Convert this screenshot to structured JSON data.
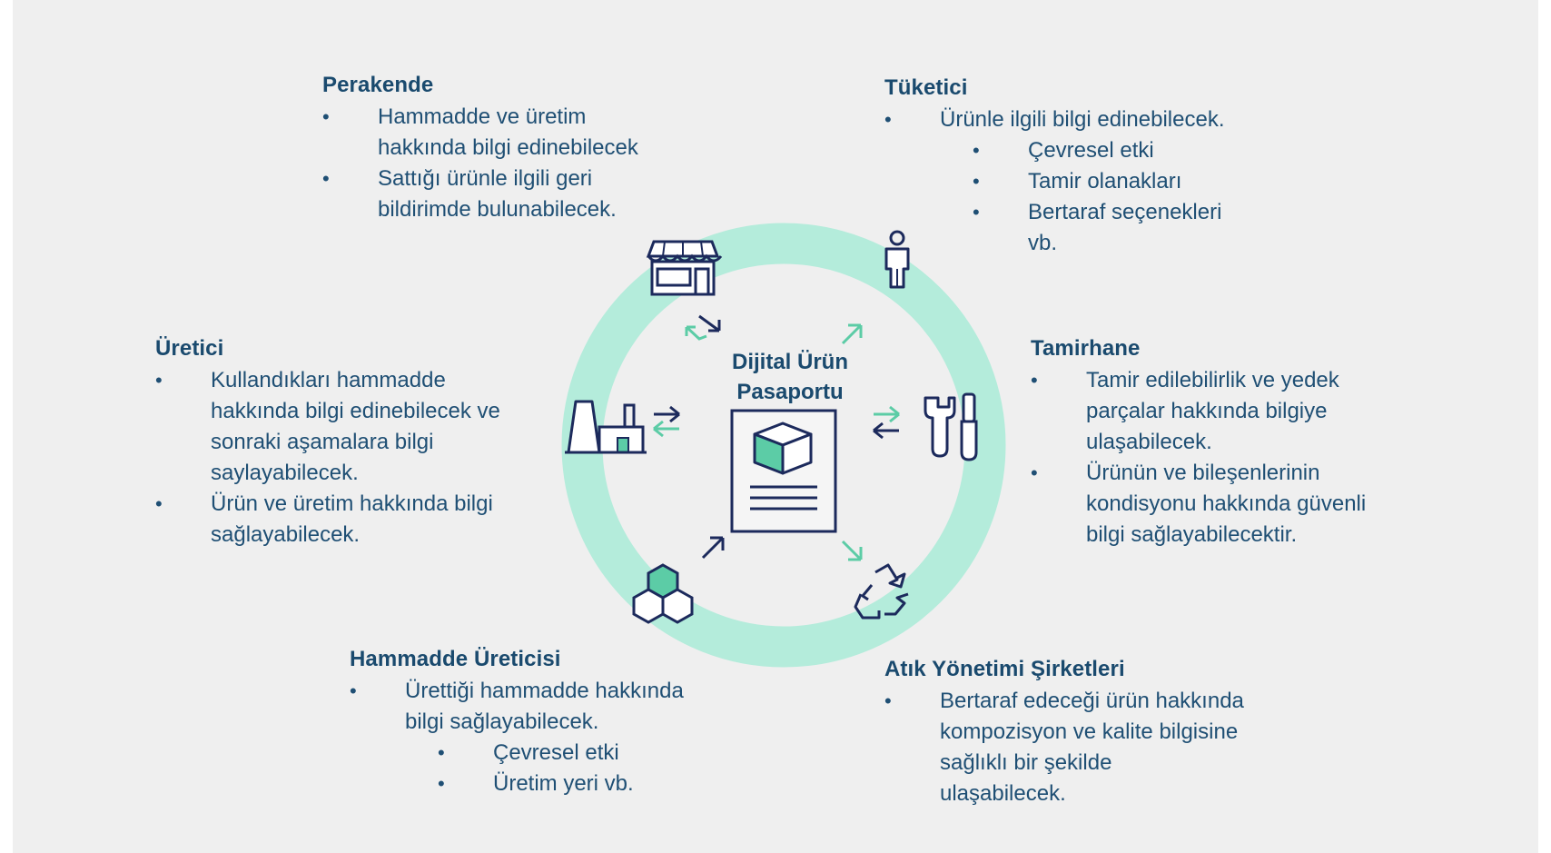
{
  "center": {
    "title_line1": "Dijital Ürün",
    "title_line2": "Pasaportu"
  },
  "colors": {
    "ring": "#b4ecdb",
    "icon": "#1c2a5c",
    "accent": "#5ccca6",
    "text": "#1f4f74"
  },
  "stakeholders": {
    "perakende": {
      "title": "Perakende",
      "icon": "store-icon",
      "items": [
        "Hammadde ve üretim",
        "hakkında bilgi edinebilecek",
        "Sattığı ürünle ilgili geri",
        "bildirimde bulunabilecek."
      ]
    },
    "tuketici": {
      "title": "Tüketici",
      "icon": "person-icon",
      "items": [
        "Ürünle ilgili bilgi edinebilecek."
      ],
      "subitems": [
        "Çevresel etki",
        "Tamir olanakları",
        "Bertaraf seçenekleri",
        "vb."
      ]
    },
    "uretici": {
      "title": "Üretici",
      "icon": "factory-icon",
      "items": [
        "Kullandıkları hammadde",
        "hakkında bilgi edinebilecek ve",
        "sonraki aşamalara bilgi",
        "saylayabilecek.",
        "Ürün ve üretim hakkında bilgi",
        "sağlayabilecek."
      ]
    },
    "tamirhane": {
      "title": "Tamirhane",
      "icon": "tools-icon",
      "items": [
        "Tamir edilebilirlik ve yedek",
        "parçalar hakkında bilgiye",
        "ulaşabilecek.",
        "Ürünün ve bileşenlerinin",
        "kondisyonu hakkında güvenli",
        "bilgi sağlayabilecektir."
      ]
    },
    "hammadde": {
      "title": "Hammadde Üreticisi",
      "icon": "hexagon-molecule-icon",
      "items": [
        "Ürettiği hammadde hakkında",
        "bilgi sağlayabilecek."
      ],
      "subitems": [
        "Çevresel etki",
        "Üretim yeri vb."
      ]
    },
    "atik": {
      "title": "Atık Yönetimi Şirketleri",
      "icon": "recycle-icon",
      "items": [
        "Bertaraf edeceği ürün hakkında",
        "kompozisyon ve kalite bilgisine",
        "sağlıklı bir şekilde",
        "ulaşabilecek."
      ]
    }
  }
}
